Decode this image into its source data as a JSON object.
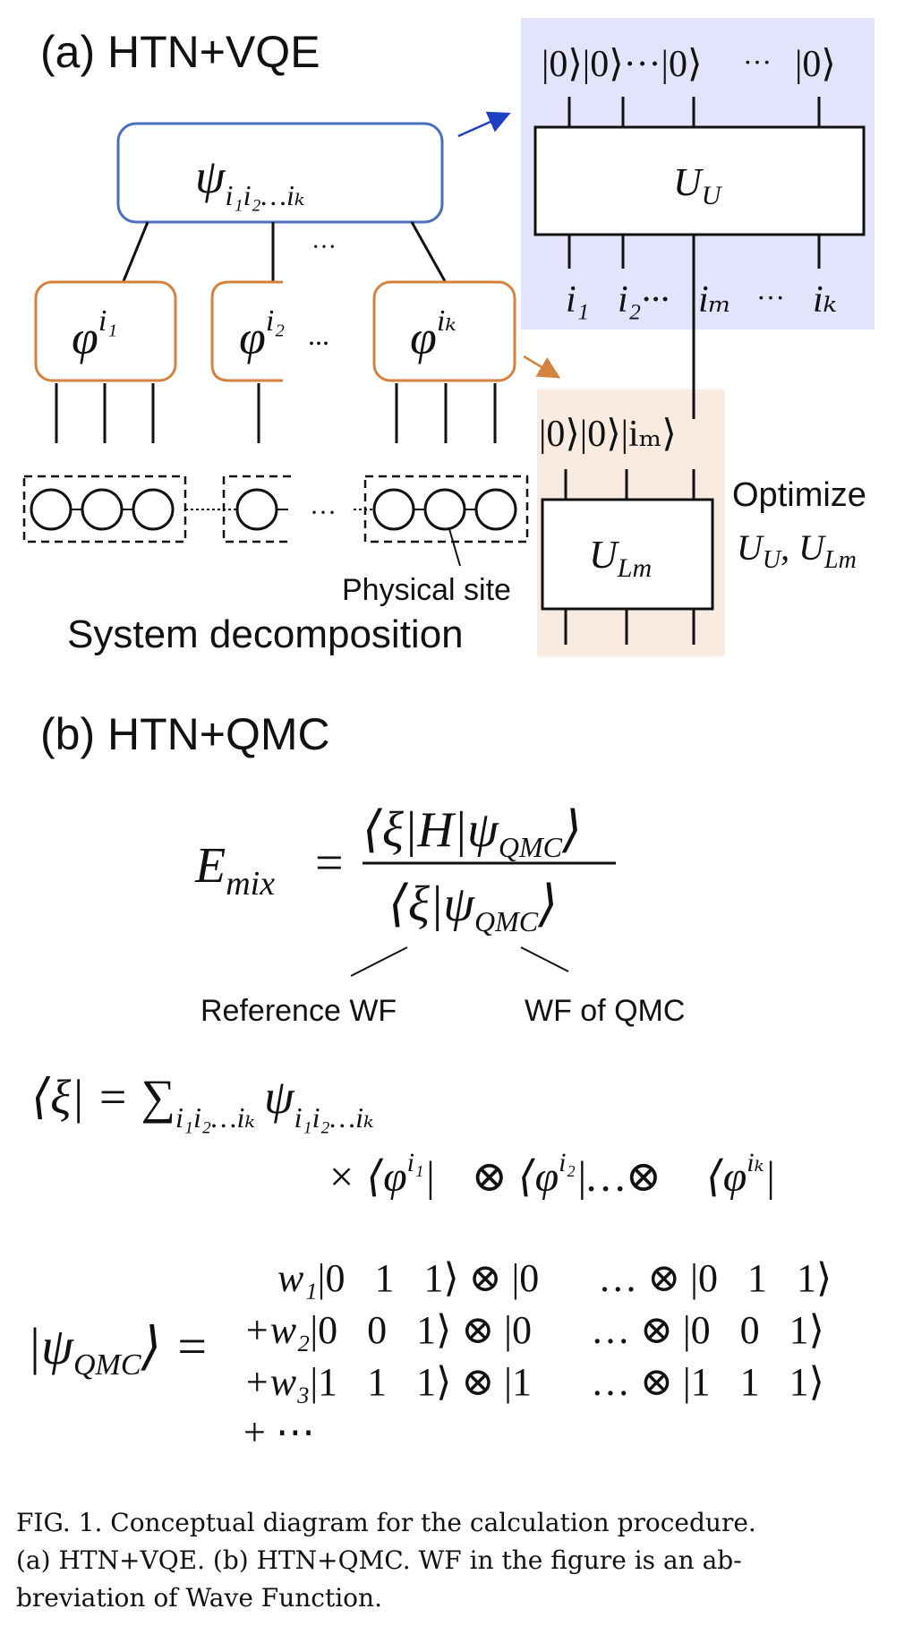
{
  "panel_a": {
    "title": "(a) HTN+VQE",
    "top_tensor": "ψ",
    "top_tensor_sub": "i₁i₂…iₖ",
    "between_dots": "···",
    "sub_tensors": [
      {
        "base": "φ",
        "sup": "i₁"
      },
      {
        "base": "φ",
        "sup": "i₂"
      },
      {
        "base": "φ",
        "sup": "iₖ"
      }
    ],
    "sub_tensor_ellipsis": "...",
    "system_dots": "···",
    "physical_site_label": "Physical site",
    "system_label": "System decomposition",
    "upper_inputs": [
      "|0⟩|0⟩···|0⟩",
      "···",
      "|0⟩"
    ],
    "upper_gate": "U",
    "upper_gate_sub": "U",
    "upper_outputs": [
      "i₁",
      "i₂···",
      "iₘ",
      "···",
      "iₖ"
    ],
    "lower_inputs": "|0⟩|0⟩|iₘ⟩",
    "lower_gate": "U",
    "lower_gate_sub": "Lm",
    "optimize_label": "Optimize",
    "optimize_targets": "U_U , U_Lm",
    "colors": {
      "blue": "#4a6fbf",
      "orange": "#d4823f",
      "upper_bg": "#e3e3fb",
      "lower_bg": "#f9ebe0",
      "arrow_blue": "#1f3fc4",
      "arrow_orange": "#d4823f"
    }
  },
  "panel_b": {
    "title": "(b) HTN+QMC",
    "emix_lhs": "E",
    "emix_lhs_sub": "mix",
    "emix_numerator": "⟨ξ|H|ψ",
    "emix_numerator_sub": "QMC",
    "emix_numerator_close": "⟩",
    "emix_denominator": "⟨ξ|ψ",
    "emix_denominator_sub": "QMC",
    "emix_denominator_close": "⟩",
    "ref_wf_label": "Reference WF",
    "qmc_wf_label": "WF of QMC",
    "xi_lhs": "⟨ξ| = ∑",
    "xi_sum_sub": "i₁i₂…iₖ",
    "xi_psi": "ψ",
    "xi_psi_sub": "i₁i₂…iₖ",
    "xi_line2": "× ⟨φ^{i₁}| ⊗ ⟨φ^{i₂}|…⊗ ⟨φ^{iₖ}|",
    "xi_line2_parts": [
      "× ⟨φ",
      "i₁",
      "|",
      "⊗ ⟨φ",
      "i₂",
      "|…⊗",
      "⟨φ",
      "iₖ",
      "|"
    ],
    "qmc_lhs": "|ψ",
    "qmc_lhs_sub": "QMC",
    "qmc_lhs_close": "⟩ =",
    "qmc_rows": [
      {
        "weight": "w₁",
        "state": "|0   1   1⟩ ⊗ |0      … ⊗ |0   1   1⟩"
      },
      {
        "weight": "+w₂",
        "state": "|0   0   1⟩ ⊗ |0      … ⊗ |0   0   1⟩"
      },
      {
        "weight": "+w₃",
        "state": "|1   1   1⟩ ⊗ |1      … ⊗ |1   1   1⟩"
      },
      {
        "weight": "+ ⋯",
        "state": ""
      }
    ]
  },
  "caption": {
    "line1": "FIG. 1.  Conceptual diagram for the calculation procedure.",
    "line2": "(a) HTN+VQE. (b) HTN+QMC. WF in the figure is an ab-",
    "line3": "breviation of Wave Function."
  }
}
